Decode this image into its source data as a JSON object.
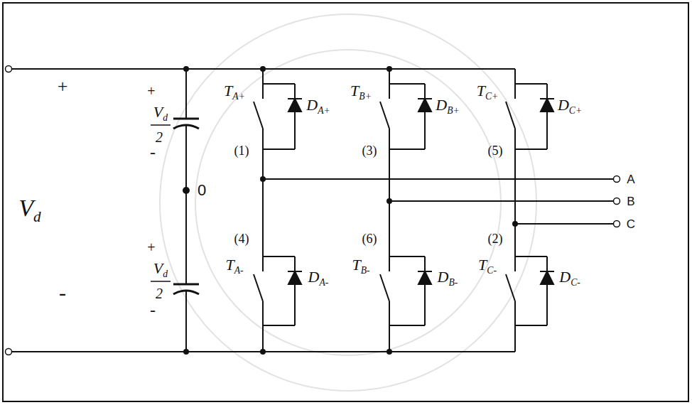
{
  "diagram": {
    "labels": [
      "+",
      "-",
      "Vd",
      "+",
      "Vd",
      "2",
      "-",
      "0",
      "+",
      "Vd",
      "2",
      "-",
      "TA+",
      "DA+",
      "(1)",
      "TB+",
      "DB+",
      "(3)",
      "TC+",
      "DC+",
      "(5)",
      "A",
      "B",
      "C",
      "(4)",
      "TA-",
      "DA-",
      "(6)",
      "TB-",
      "DB-",
      "(2)",
      "TC-",
      "DC-"
    ]
  }
}
